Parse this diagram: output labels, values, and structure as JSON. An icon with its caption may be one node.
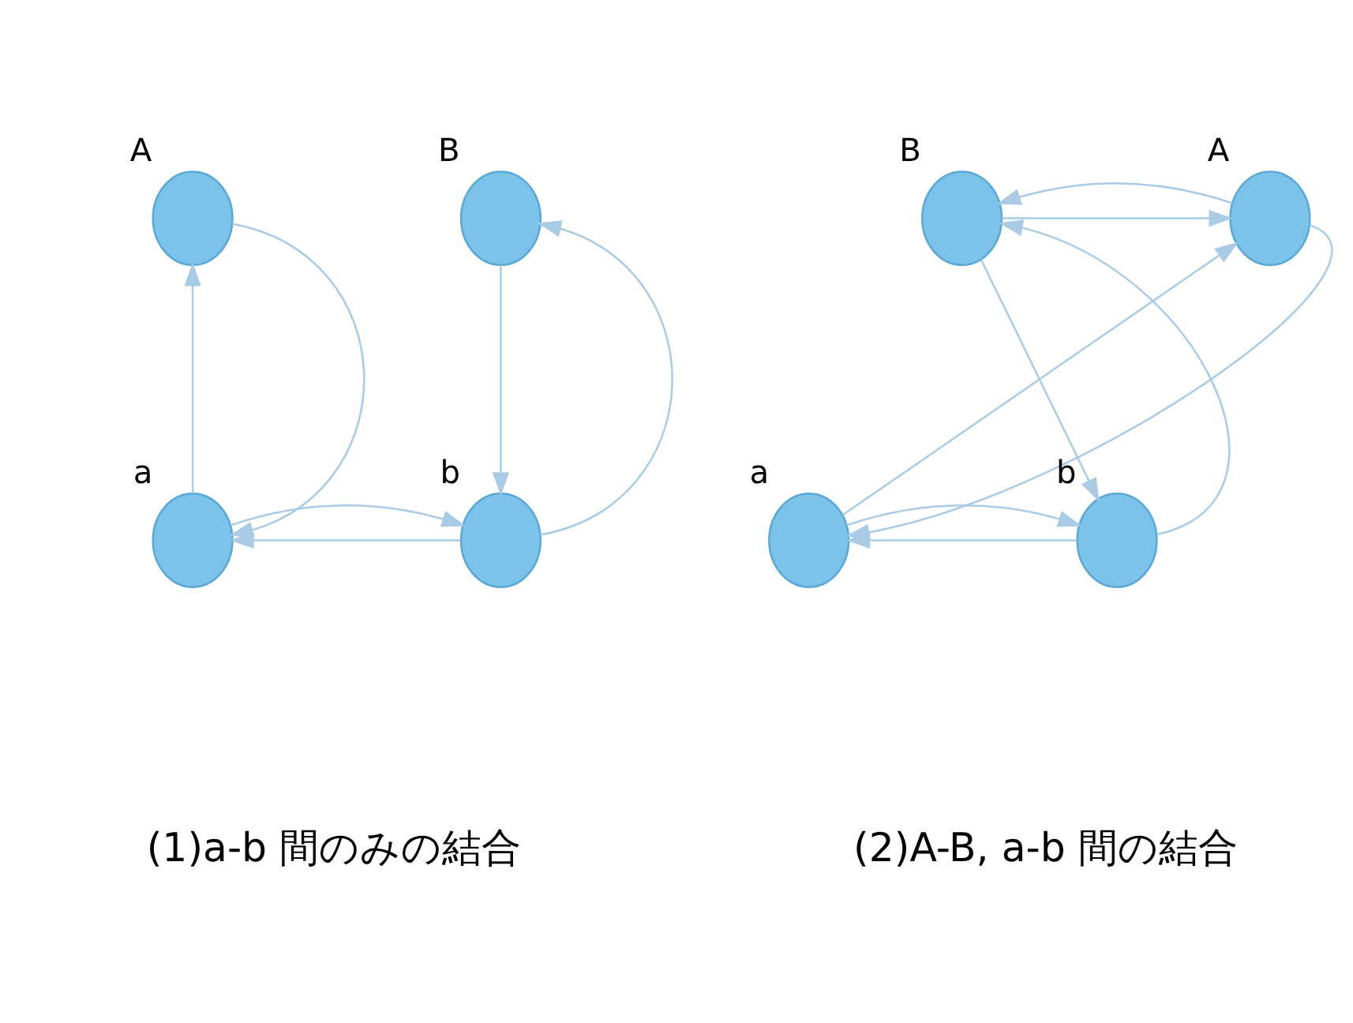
{
  "diagram": {
    "nodes": [
      {
        "text": [],
        "shape": "circle",
        "beside": [
          "A"
        ]
      },
      {
        "text": [],
        "shape": "circle",
        "beside": [
          "B"
        ]
      },
      {
        "text": [],
        "shape": "circle",
        "beside": [
          "a"
        ]
      },
      {
        "text": [],
        "shape": "circle",
        "beside": [
          "b"
        ]
      },
      {
        "text": [],
        "shape": "circle",
        "beside": [
          "A"
        ]
      },
      {
        "text": [],
        "shape": "circle",
        "beside": [
          "B"
        ]
      },
      {
        "text": [],
        "shape": "circle",
        "beside": [
          "a"
        ]
      },
      {
        "text": [],
        "shape": "circle",
        "beside": [
          "b"
        ]
      }
    ],
    "edges": [
      {
        "from": 2,
        "to": 0,
        "arrow": "to"
      },
      {
        "from": 0,
        "to": 2,
        "arrow": "to"
      },
      {
        "from": 1,
        "to": 3,
        "arrow": "to"
      },
      {
        "from": 3,
        "to": 1,
        "arrow": "to"
      },
      {
        "from": 3,
        "to": 2,
        "arrow": "to"
      },
      {
        "from": 2,
        "to": 3,
        "arrow": "to"
      },
      {
        "from": 5,
        "to": 4,
        "arrow": "to"
      },
      {
        "from": 4,
        "to": 5,
        "arrow": "to"
      },
      {
        "from": 6,
        "to": 4,
        "arrow": "to"
      },
      {
        "from": 4,
        "to": 6,
        "arrow": "to"
      },
      {
        "from": 5,
        "to": 7,
        "arrow": "to"
      },
      {
        "from": 7,
        "to": 5,
        "arrow": "to"
      },
      {
        "from": 7,
        "to": 6,
        "arrow": "to"
      },
      {
        "from": 6,
        "to": 7,
        "arrow": "to"
      }
    ],
    "labels": [
      "(1)a-b 間のみの結合",
      "(2)A-B, a-b 間の結合"
    ]
  }
}
